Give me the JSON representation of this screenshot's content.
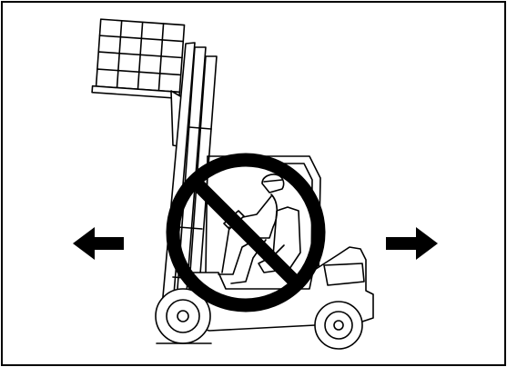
{
  "illustration": {
    "type": "safety-warning-pictogram",
    "subject": "forklift-with-raised-load-and-operator",
    "prohibition_symbol": "circle-with-diagonal-bar",
    "motion_indicators": [
      "arrow-left",
      "arrow-right"
    ],
    "colors": {
      "ink": "#000000",
      "paper": "#ffffff"
    }
  }
}
